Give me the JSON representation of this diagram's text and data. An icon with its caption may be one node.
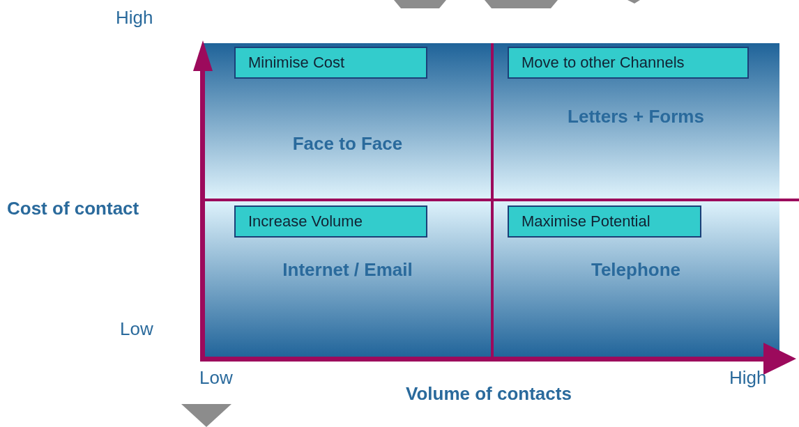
{
  "diagram": {
    "nodes": [
      {
        "text": [
          "Face to Face"
        ]
      },
      {
        "text": [
          "Minimise Cost"
        ],
        "in": 0
      },
      {
        "text": [
          "Letters + Forms"
        ]
      },
      {
        "text": [
          "Move to other Channels"
        ],
        "in": 2
      },
      {
        "text": [
          "Internet / Email"
        ]
      },
      {
        "text": [
          "Increase Volume"
        ],
        "in": 4
      },
      {
        "text": [
          "Telephone"
        ]
      },
      {
        "text": [
          "Maximise Potential"
        ],
        "in": 6
      }
    ],
    "edges": [],
    "labels": [
      "High",
      "Cost of contact",
      "Low",
      "Low",
      "High",
      "Volume of contacts"
    ]
  }
}
